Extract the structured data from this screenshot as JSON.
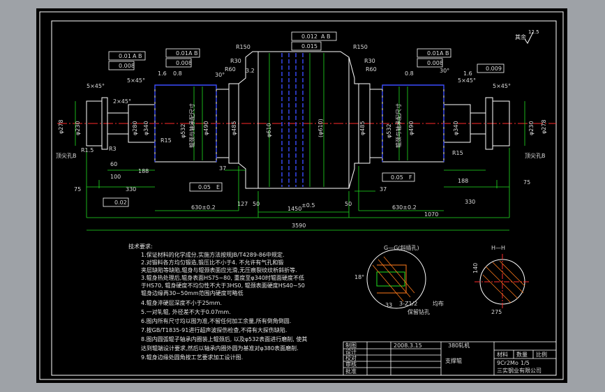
{
  "drawing": {
    "title_block": {
      "part_name": "支撑辊",
      "mill": "380轧机",
      "date": "2008.3.15",
      "material_label": "材料",
      "weight_label": "数量",
      "scale_label": "比例",
      "material": "9Cr2Mo",
      "scale": "1/5",
      "company": "三实钢业有限公司",
      "rows": [
        "制图",
        "设计",
        "校对",
        "审核",
        "批准"
      ]
    },
    "corner_mark": "其余",
    "roughness_corner": "12.5",
    "tech_req": {
      "heading": "技术要求:",
      "lines": [
        "1.保证材料的化学成分,实施方法按规JB/T4289-86中规定.",
        "2.对锻料各方均匀锻造,锻压比不小于4. 不允许有气孔和锻",
        "  夹层缺陷等缺陷,辊身与辊颈表面应光滑,无压痕裂纹纹析斜折等.",
        "3.辊身热处理后,辊身表面HS75~80, 重度至φ340时辊面硬度不低",
        "  于HS70, 辊身硬度不均匀性不大于3HS0, 辊颈表面硬度HS40~50",
        "  辊身边缘再30~50mm范围内硬度可略低",
        "4.辊身淬硬层深度不小于25mm.",
        "5.一对轧辊, 外径差不大于0.07mm.",
        "6.图内所有尺寸均以图为准,不留任何加工余量,所有倒角倒圆.",
        "7.按GB/T1835-91进行超声波探伤检查,不得有大探伤缺陷.",
        "8.图内圆弧辊子轴承内圈装上辊颈后, 以及φ532表面进行磨削, 使其",
        "  达到辊端设计要求,然后以轴承内圈外圆为基准对φ380表面磨削.",
        "9.辊身边缘处圆角按工艺要求加工设计图."
      ]
    },
    "dims": {
      "overall": "3590",
      "body": "1450",
      "body_tol": "±0.5",
      "neck_left": "630±0.2",
      "neck_right": "630±0.2",
      "right_span": "1070",
      "d_330_l": "330",
      "d_330_r": "330",
      "d_75_l": "75",
      "d_75_r": "75",
      "d_188_l": "188",
      "d_188_r": "188",
      "d_100": "100",
      "d_60": "60",
      "d_37_l": "37",
      "d_37_r": "37",
      "d_127": "127",
      "d_50_l": "50",
      "d_50_r": "50",
      "body_dia": "φ610",
      "body_dia_mid": "(φ610)",
      "r150_l": "R150",
      "r150_r": "R150",
      "r30_l": "R30",
      "r30_r": "R30",
      "r60_l": "R60",
      "r60_r": "R60",
      "angle_30_l": "30°",
      "angle_30_r": "30°",
      "neck_dia_l": "φ532",
      "neck_dia_r": "φ532",
      "neck_note_l": "辊颈与轴承配尺寸",
      "neck_note_r": "辊颈与轴承配尺寸",
      "end_dia_l": "φ278",
      "end_dia_r": "φ278",
      "d230_l": "φ230",
      "d230_r": "φ230",
      "d280_l": "φ280",
      "d340_l": "φ340",
      "d340_r": "φ340",
      "d485_l": "φ485",
      "d485_r": "φ485",
      "d490_l": "φ490",
      "d490_r": "φ490",
      "r15_l": "R15",
      "r15_r": "R15",
      "r3": "R3",
      "r1": "R1.5",
      "chamfer": "5×45°",
      "chamfer2": "2×45°",
      "centre_hole": "顶尖孔B",
      "flat": "0.02",
      "tol_a": "0.01",
      "tol_b": "0.008",
      "tol_c": "0.012",
      "tol_d": "0.015",
      "tol_e": "0.009",
      "tol_f": "0.05",
      "datum_ab": "A B",
      "datum_e": "E",
      "datum_f": "F",
      "surf_16": "1.6",
      "surf_08": "0.8",
      "surf_32": "3.2"
    },
    "sections": {
      "g_label": "G—G(斜插孔)",
      "h_label": "H—H",
      "g_dims": [
        "18°",
        "33",
        "3-Z1/2",
        "均布",
        "保留钻孔"
      ],
      "h_dims": [
        "275",
        "140"
      ]
    }
  }
}
